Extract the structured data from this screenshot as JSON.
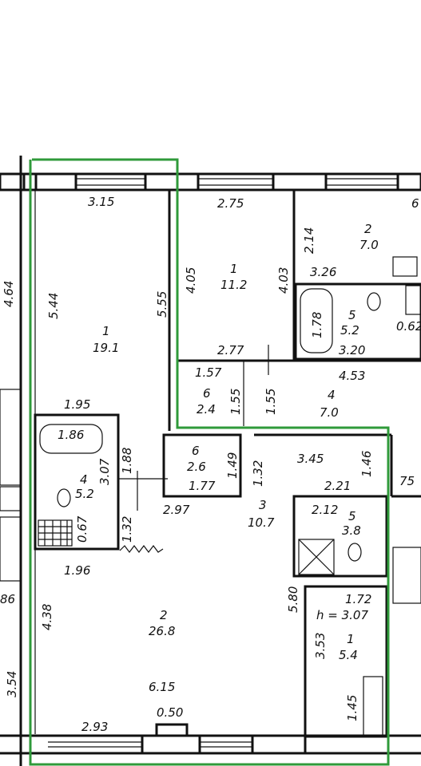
{
  "plan": {
    "accent_color": "#2f9a3a",
    "labels": [
      {
        "id": "t1",
        "text": "3.15"
      },
      {
        "id": "t2",
        "text": "2.75"
      },
      {
        "id": "t3",
        "text": "6"
      },
      {
        "id": "t4",
        "text": "4.64"
      },
      {
        "id": "t5",
        "text": "5.44"
      },
      {
        "id": "t6",
        "text": "1"
      },
      {
        "id": "t7",
        "text": "19.1"
      },
      {
        "id": "t8",
        "text": "5.55"
      },
      {
        "id": "t9",
        "text": "4.05"
      },
      {
        "id": "t10",
        "text": "1"
      },
      {
        "id": "t11",
        "text": "11.2"
      },
      {
        "id": "t12",
        "text": "4.03"
      },
      {
        "id": "t13",
        "text": "2.14"
      },
      {
        "id": "t14",
        "text": "2"
      },
      {
        "id": "t15",
        "text": "7.0"
      },
      {
        "id": "t16",
        "text": "3.26"
      },
      {
        "id": "t17",
        "text": "1.78"
      },
      {
        "id": "t18",
        "text": "5"
      },
      {
        "id": "t19",
        "text": "5.2"
      },
      {
        "id": "t20",
        "text": "0.62"
      },
      {
        "id": "t21",
        "text": "3.20"
      },
      {
        "id": "t22",
        "text": "2.77"
      },
      {
        "id": "t23",
        "text": "4.53"
      },
      {
        "id": "t24",
        "text": "1.57"
      },
      {
        "id": "t25",
        "text": "6"
      },
      {
        "id": "t26",
        "text": "2.4"
      },
      {
        "id": "t27",
        "text": "1.55"
      },
      {
        "id": "t28",
        "text": "1.55"
      },
      {
        "id": "t29",
        "text": "4"
      },
      {
        "id": "t30",
        "text": "7.0"
      },
      {
        "id": "t31",
        "text": "1.95"
      },
      {
        "id": "t32",
        "text": "1.86"
      },
      {
        "id": "t33",
        "text": "3.07"
      },
      {
        "id": "t34",
        "text": "1.88"
      },
      {
        "id": "t35",
        "text": "4"
      },
      {
        "id": "t36",
        "text": "5.2"
      },
      {
        "id": "t37",
        "text": "0.67"
      },
      {
        "id": "t38",
        "text": "6"
      },
      {
        "id": "t39",
        "text": "2.6"
      },
      {
        "id": "t40",
        "text": "1.49"
      },
      {
        "id": "t41",
        "text": "1.77"
      },
      {
        "id": "t42",
        "text": "1.32"
      },
      {
        "id": "t43",
        "text": "3.45"
      },
      {
        "id": "t44",
        "text": "1.46"
      },
      {
        "id": "t45",
        "text": "75"
      },
      {
        "id": "t46",
        "text": "2.21"
      },
      {
        "id": "t47",
        "text": "2.97"
      },
      {
        "id": "t48",
        "text": "3"
      },
      {
        "id": "t49",
        "text": "10.7"
      },
      {
        "id": "t50",
        "text": "2.12"
      },
      {
        "id": "t51",
        "text": "5"
      },
      {
        "id": "t52",
        "text": "3.8"
      },
      {
        "id": "t53",
        "text": "1.32"
      },
      {
        "id": "t54",
        "text": "1.96"
      },
      {
        "id": "t55",
        "text": "86"
      },
      {
        "id": "t56",
        "text": "1.72"
      },
      {
        "id": "t57",
        "text": "h = 3.07"
      },
      {
        "id": "t58",
        "text": "5.80"
      },
      {
        "id": "t59",
        "text": "4.38"
      },
      {
        "id": "t60",
        "text": "2"
      },
      {
        "id": "t61",
        "text": "26.8"
      },
      {
        "id": "t62",
        "text": "3.53"
      },
      {
        "id": "t63",
        "text": "1"
      },
      {
        "id": "t64",
        "text": "5.4"
      },
      {
        "id": "t65",
        "text": "3.54"
      },
      {
        "id": "t66",
        "text": "6.15"
      },
      {
        "id": "t67",
        "text": "1.45"
      },
      {
        "id": "t68",
        "text": "2.93"
      },
      {
        "id": "t69",
        "text": "0.50"
      }
    ]
  }
}
